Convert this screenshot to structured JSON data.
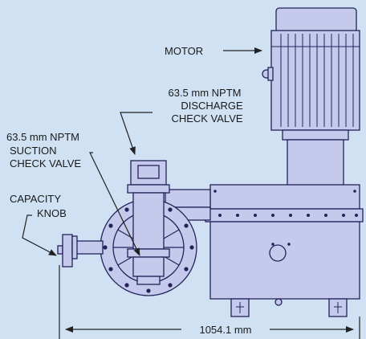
{
  "labels": {
    "motor": "MOTOR",
    "discharge_line1": "63.5 mm NPTM",
    "discharge_line2": "DISCHARGE",
    "discharge_line3": "CHECK VALVE",
    "suction_line1": "63.5 mm NPTM",
    "suction_line2": "SUCTION",
    "suction_line3": "CHECK VALVE",
    "capacity_line1": "CAPACITY",
    "capacity_line2": "KNOB",
    "dimension": "1054.1 mm"
  },
  "colors": {
    "background": "#cfe1f2",
    "fill": "#c5c9ec",
    "stroke": "#23235a",
    "leader": "#222222"
  }
}
